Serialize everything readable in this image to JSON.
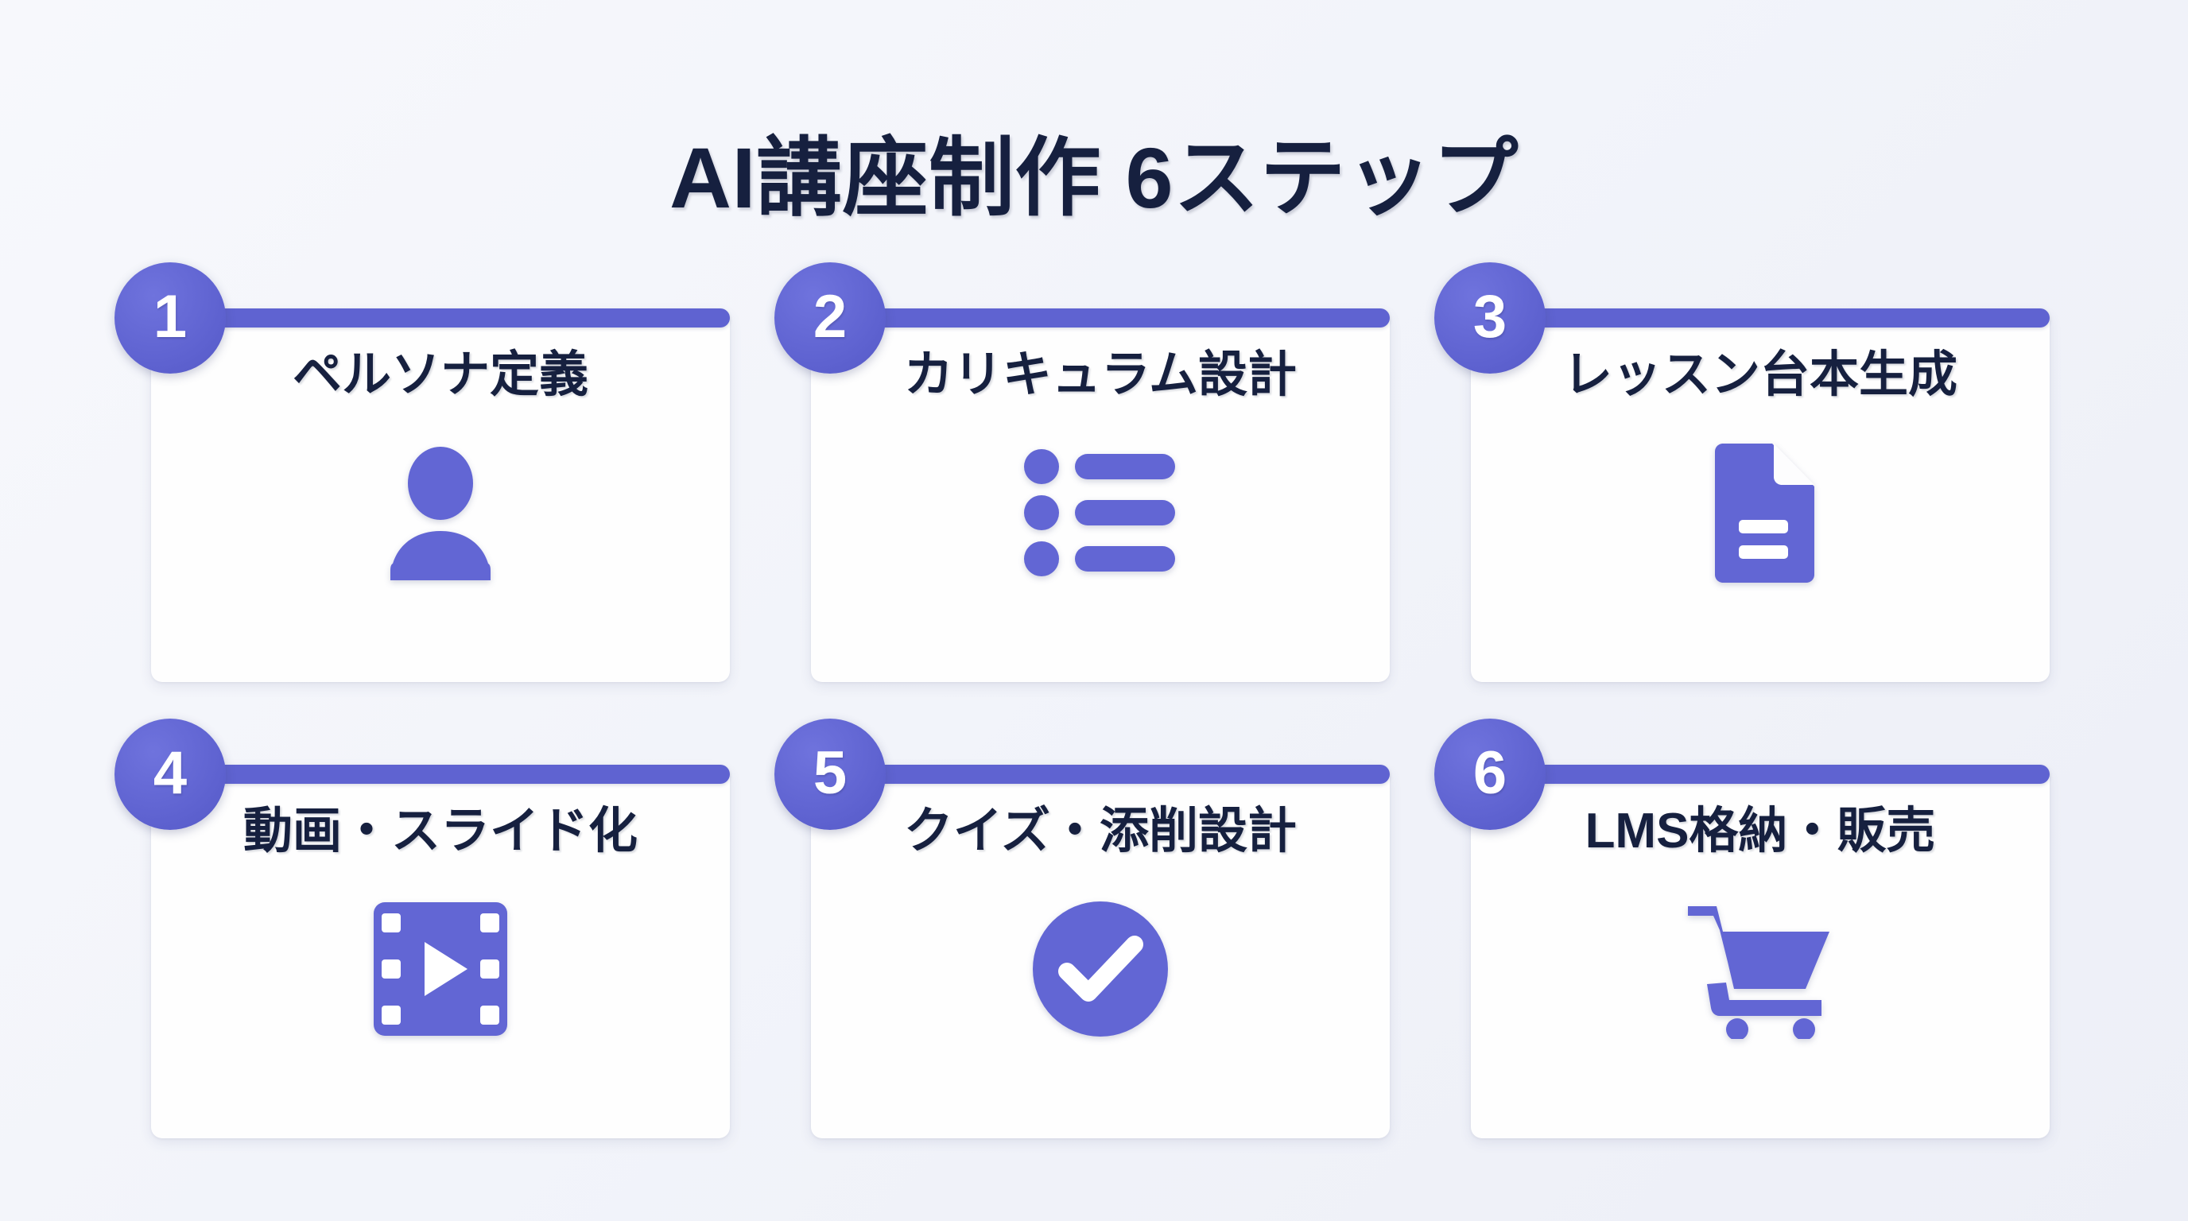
{
  "page": {
    "title": "AI講座制作 6ステップ",
    "background_gradient_from": "#F7F8FC",
    "background_gradient_to": "#EDEFF7",
    "accent_color": "#5F63D1",
    "title_color": "#16203F",
    "card_color": "#FEFEFE"
  },
  "steps": [
    {
      "number": "1",
      "title": "ペルソナ定義",
      "icon": "person-icon"
    },
    {
      "number": "2",
      "title": "カリキュラム設計",
      "icon": "bulleted-list-icon"
    },
    {
      "number": "3",
      "title": "レッスン台本生成",
      "icon": "document-icon"
    },
    {
      "number": "4",
      "title": "動画・スライド化",
      "icon": "film-play-icon"
    },
    {
      "number": "5",
      "title": "クイズ・添削設計",
      "icon": "check-circle-icon"
    },
    {
      "number": "6",
      "title": "LMS格納・販売",
      "icon": "shopping-cart-icon"
    }
  ]
}
